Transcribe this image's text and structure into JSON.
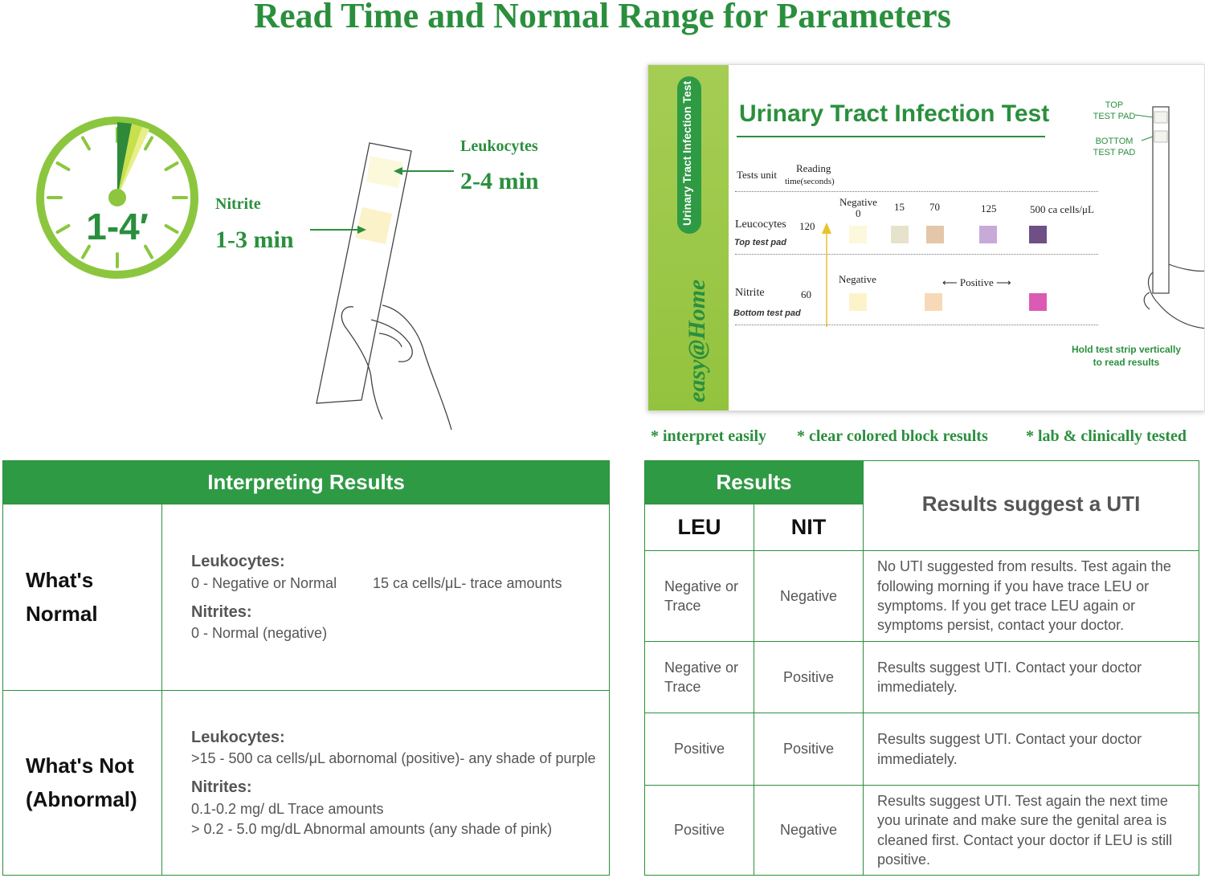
{
  "title": "Read Time and Normal Range for Parameters",
  "timer": {
    "label": "1-4′"
  },
  "nitrite": {
    "name": "Nitrite",
    "time": "1-3 min"
  },
  "leukocytes": {
    "name": "Leukocytes",
    "time": "2-4 min"
  },
  "box": {
    "brand": "easy@Home",
    "side_label": "Urinary Tract Infection Test",
    "title": "Urinary Tract Infection Test",
    "tests_unit": "Tests unit",
    "reading_line1": "Reading",
    "reading_line2": "time(seconds)",
    "leu_row": {
      "name": "Leucocytes",
      "time": "120",
      "pad": "Top test pad",
      "levels": [
        "Negative",
        "0",
        "15",
        "70",
        "125",
        "500 ca cells/μL"
      ]
    },
    "nit_row": {
      "name": "Nitrite",
      "time": "60",
      "pad": "Bottom test pad",
      "negative": "Negative",
      "positive": "Positive"
    },
    "top_pad": [
      "TOP",
      "TEST PAD"
    ],
    "bottom_pad": [
      "BOTTOM",
      "TEST PAD"
    ],
    "hold_note": [
      "Hold test strip vertically",
      "to read results"
    ],
    "colors": {
      "leu": [
        "#fbf8dc",
        "#e7e2cc",
        "#e4c7a8",
        "#c8aad8",
        "#6e4f86"
      ],
      "nit": [
        "#fcf3c9",
        "#f7d9b8",
        "#db5bb3"
      ]
    }
  },
  "features": [
    "* interpret easily",
    "* clear colored block results",
    "* lab & clinically tested"
  ],
  "interpreting": {
    "header": "Interpreting Results",
    "normal": {
      "label": [
        "What's",
        "Normal"
      ],
      "leu_label": "Leukocytes:",
      "leu_a": "0 - Negative or Normal",
      "leu_b": "15 ca cells/μL- trace amounts",
      "nit_label": "Nitrites:",
      "nit_a": "0  - Normal (negative)"
    },
    "abnormal": {
      "label": [
        "What's Not",
        "(Abnormal)"
      ],
      "leu_label": "Leukocytes:",
      "leu_a": ">15 - 500 ca cells/μL abornomal (positive)- any shade of purple",
      "nit_label": "Nitrites:",
      "nit_a": "0.1-0.2 mg/ dL Trace amounts",
      "nit_b": "> 0.2 - 5.0   mg/dL  Abnormal amounts (any shade of pink)"
    }
  },
  "results": {
    "header": "Results",
    "leu_col": "LEU",
    "nit_col": "NIT",
    "suggest_col": "Results suggest a UTI",
    "rows": [
      {
        "leu": "Negative or Trace",
        "nit": "Negative",
        "text": "No UTI suggested from results. Test again the following morning if you have trace LEU or symptoms. If you get trace LEU again or symptoms persist, contact your doctor."
      },
      {
        "leu": "Negative or Trace",
        "nit": "Positive",
        "text": "Results suggest UTI. Contact your doctor immediately."
      },
      {
        "leu": "Positive",
        "nit": "Positive",
        "text": "Results suggest UTI. Contact your doctor immediately."
      },
      {
        "leu": "Positive",
        "nit": "Negative",
        "text": "Results suggest UTI. Test again the next time you urinate and make sure the genital area is cleaned first. Contact your doctor if LEU is still positive."
      }
    ]
  }
}
